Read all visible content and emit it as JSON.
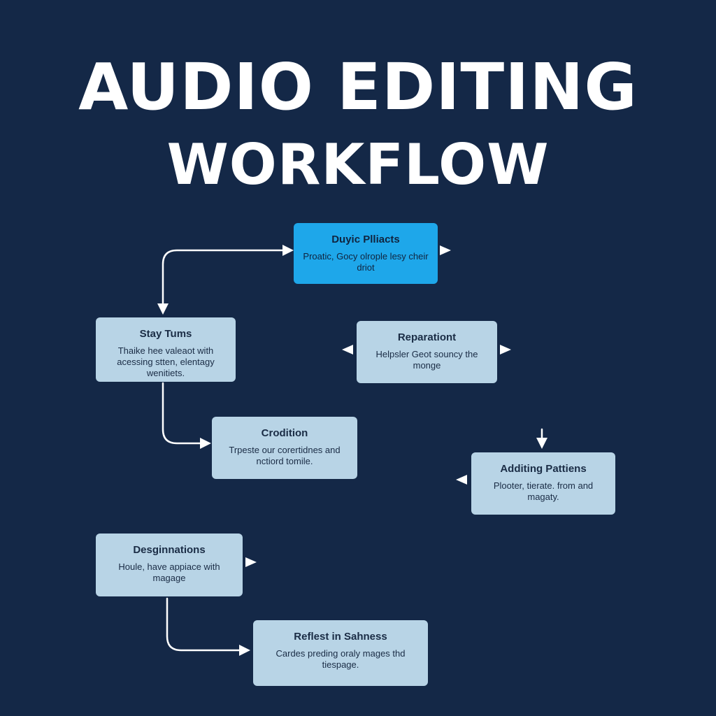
{
  "title": {
    "line1": "AUDIO EDITING",
    "line2": "WORKFLOW"
  },
  "colors": {
    "background": "#142847",
    "node": "#b8d4e6",
    "node_highlight": "#1ea7ea",
    "connector": "#ffffff"
  },
  "nodes": [
    {
      "title": "Duyic Plliacts",
      "desc": "Proatic, Gocy olrople lesy cheir driot",
      "highlight": true
    },
    {
      "title": "Stay Tums",
      "desc": "Thaike hee valeaot with acessing stten, elentagy wenitiets.",
      "highlight": false
    },
    {
      "title": "Reparationt",
      "desc": "Helpsler Geot souncy the monge",
      "highlight": false
    },
    {
      "title": "Crodition",
      "desc": "Trpeste our corertidnes and nctiord tomile.",
      "highlight": false
    },
    {
      "title": "Additing Pattiens",
      "desc": "Plooter, tierate. from and magaty.",
      "highlight": false
    },
    {
      "title": "Desginnations",
      "desc": "Houle, have appiace with magage",
      "highlight": false
    },
    {
      "title": "Reflest in Sahness",
      "desc": "Cardes preding oraly mages thd tiespage.",
      "highlight": false
    }
  ]
}
